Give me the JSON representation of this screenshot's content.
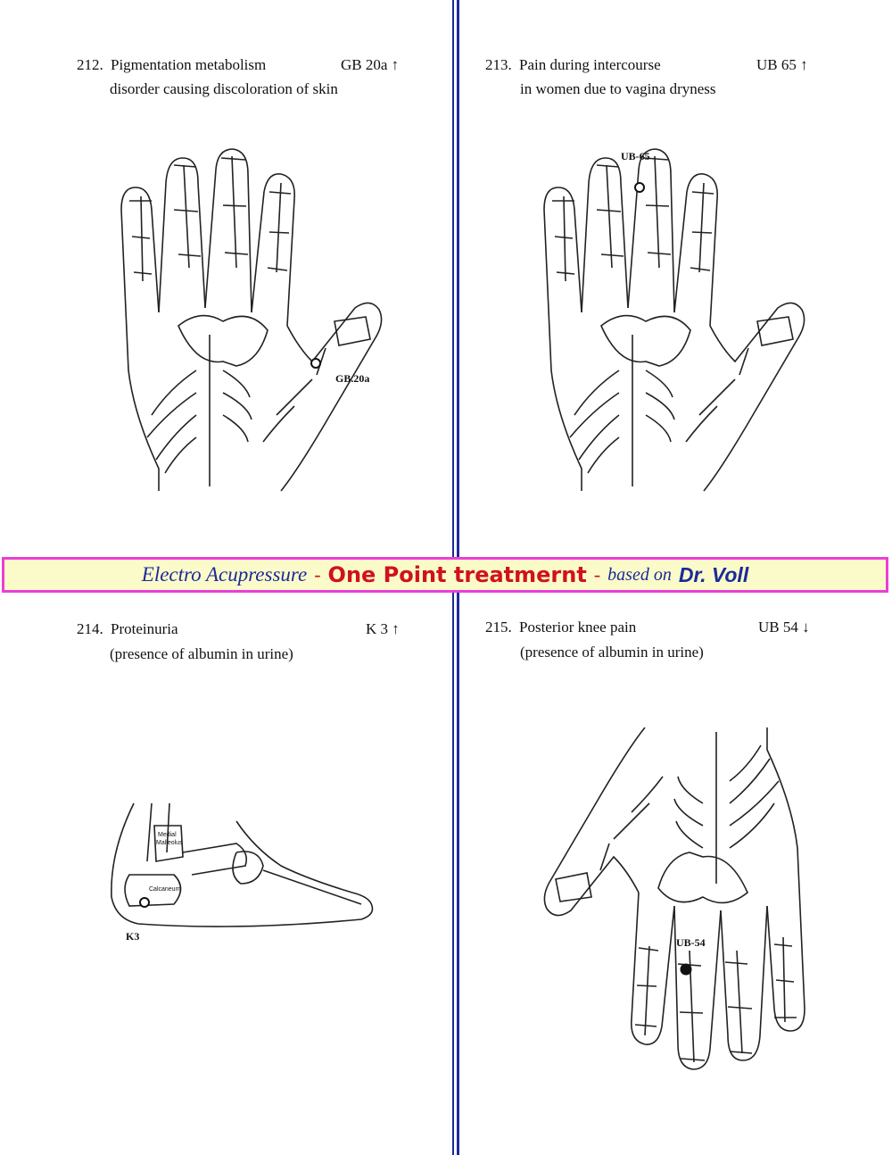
{
  "banner": {
    "part1": "Electro Acupressure",
    "sep1": "-",
    "part2": "One Point treatmernt",
    "sep2": "-",
    "part3": "based on",
    "part4": "Dr. Voll"
  },
  "panels": [
    {
      "number": "212.",
      "title": "Pigmentation metabolism",
      "subtitle": "disorder causing discoloration of skin",
      "code": "GB 20a",
      "arrow": "↑",
      "point_label": "GB.20a",
      "figure": "hand-icon"
    },
    {
      "number": "213.",
      "title": "Pain during intercourse",
      "subtitle": "in women due to vagina dryness",
      "code": "UB 65",
      "arrow": "↑",
      "point_label": "UB-65",
      "figure": "hand-icon"
    },
    {
      "number": "214.",
      "title": "Proteinuria",
      "subtitle": "(presence of albumin in urine)",
      "code": "K 3",
      "arrow": "↑",
      "point_label": "K3",
      "bone_labels": [
        "Medial",
        "Malleolus",
        "Calcaneum"
      ],
      "figure": "foot-icon"
    },
    {
      "number": "215.",
      "title": "Posterior knee pain",
      "subtitle": "(presence of albumin in urine)",
      "code": "UB 54",
      "arrow": "↓",
      "point_label": "UB-54",
      "figure": "hand-icon"
    }
  ]
}
